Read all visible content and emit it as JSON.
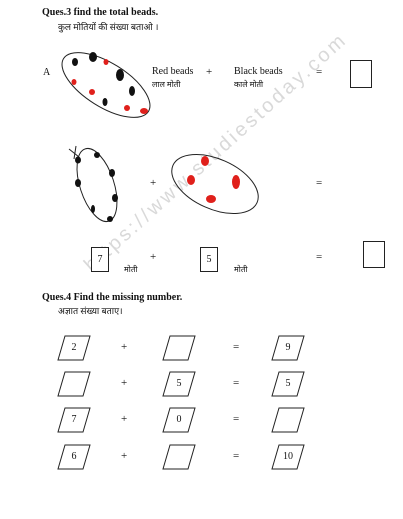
{
  "q3": {
    "title": "Ques.3 find the total beads.",
    "instruction": "कुल मोतियों की संख्या बताओ ।",
    "item_label": "A",
    "red_label": "Red beads",
    "red_hindi": "लाल मोती",
    "plus": "+",
    "black_label": "Black beads",
    "black_hindi": "काले मोती",
    "equals": "=",
    "row3": {
      "left_value": "7",
      "left_unit": "मोती",
      "plus": "+",
      "right_value": "5",
      "right_unit": "मोती",
      "equals": "="
    }
  },
  "q4": {
    "title": "Ques.4 Find the missing number.",
    "instruction": "अज्ञात संख्या बताए।",
    "rows": [
      {
        "a": "2",
        "op": "+",
        "b": "",
        "eq": "=",
        "c": "9"
      },
      {
        "a": "",
        "op": "+",
        "b": "5",
        "eq": "=",
        "c": "5"
      },
      {
        "a": "7",
        "op": "+",
        "b": "0",
        "eq": "=",
        "c": ""
      },
      {
        "a": "6",
        "op": "+",
        "b": "",
        "eq": "=",
        "c": "10"
      }
    ]
  },
  "watermark": "https://www.studiestoday.com",
  "colors": {
    "red_bead": "#e0201b",
    "black_bead": "#111111"
  }
}
